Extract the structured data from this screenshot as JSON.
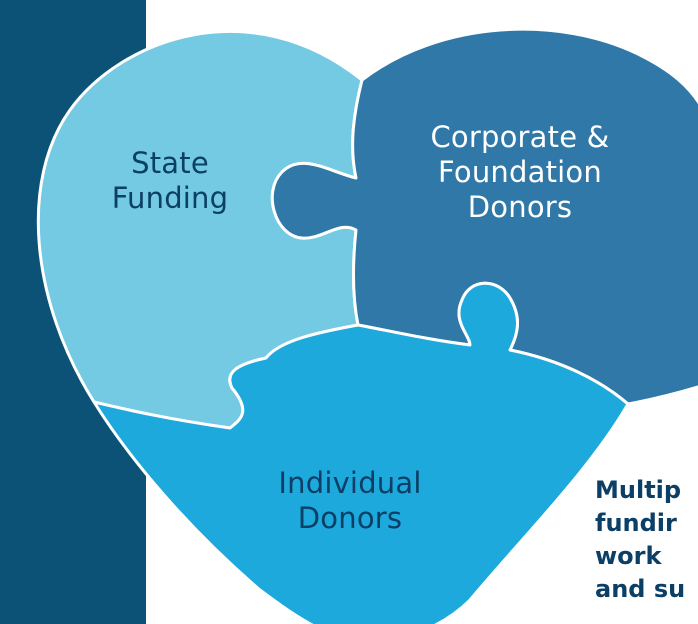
{
  "colors": {
    "side_bar": "#0b5276",
    "state_piece": "#75cae3",
    "corporate_piece": "#2f78a8",
    "individual_piece": "#1ea9dc",
    "piece_outline": "#ffffff",
    "label_dark": "#0b3f66",
    "label_light": "#ffffff"
  },
  "pieces": {
    "state_funding": {
      "lines": [
        "State",
        "Funding"
      ]
    },
    "corporate_foundation": {
      "lines": [
        "Corporate &",
        "Foundation",
        "Donors"
      ]
    },
    "individual_donors": {
      "lines": [
        "Individual",
        "Donors"
      ]
    }
  },
  "caption": {
    "lines": [
      "Multip",
      "fundir",
      "work",
      "and su"
    ]
  }
}
